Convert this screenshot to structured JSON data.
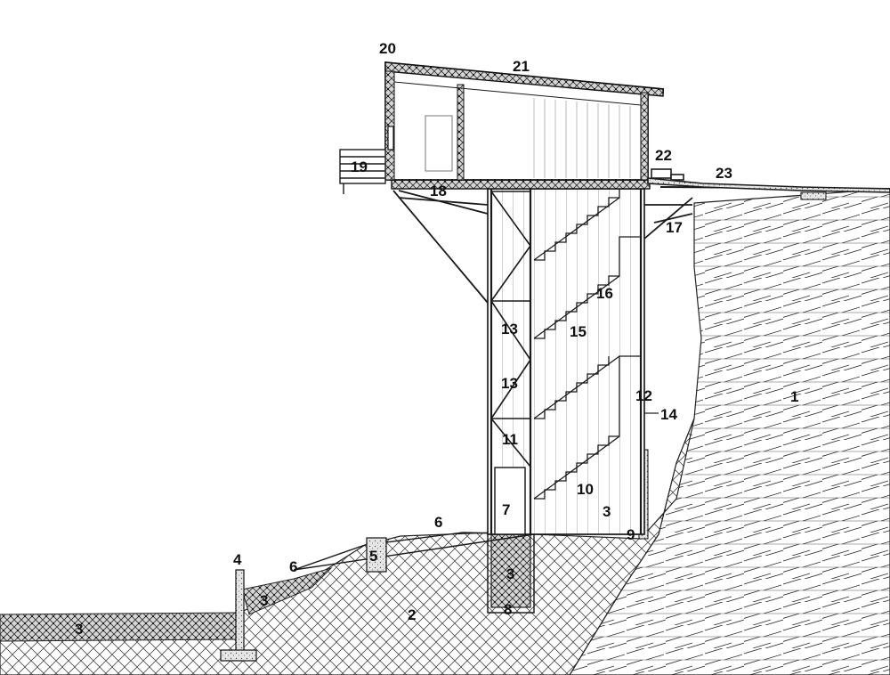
{
  "section_labels": {
    "l1": "1",
    "l2": "2",
    "l3a": "3",
    "l3b": "3",
    "l3c": "3",
    "l3d": "3",
    "l4": "4",
    "l5": "5",
    "l6a": "6",
    "l6b": "6",
    "l7": "7",
    "l8": "8",
    "l9": "9",
    "l10": "10",
    "l11": "11",
    "l12": "12",
    "l13a": "13",
    "l13b": "13",
    "l14": "14",
    "l15": "15",
    "l16": "16",
    "l17": "17",
    "l18": "18",
    "l19": "19",
    "l20": "20",
    "l21": "21",
    "l22": "22",
    "l23": "23"
  }
}
